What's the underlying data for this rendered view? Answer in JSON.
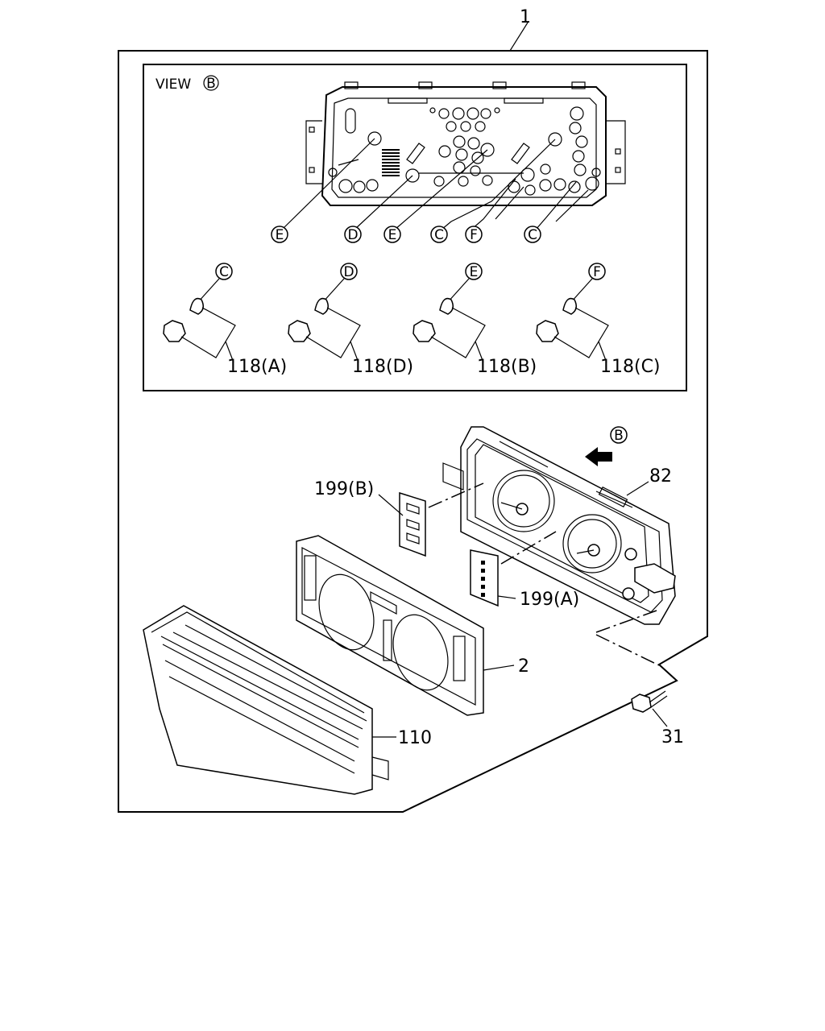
{
  "assembly_number": "1",
  "view": {
    "title_prefix": "VIEW",
    "title_marker": "B",
    "socket_markers": [
      "E",
      "D",
      "E",
      "C",
      "F",
      "C"
    ],
    "bulbs": [
      {
        "marker": "C",
        "part": "118(A)"
      },
      {
        "marker": "D",
        "part": "118(D)"
      },
      {
        "marker": "E",
        "part": "118(B)"
      },
      {
        "marker": "F",
        "part": "118(C)"
      }
    ]
  },
  "arrow_marker": "B",
  "parts": {
    "meter_body": "82",
    "sub_panel_b": "199(B)",
    "sub_panel_a": "199(A)",
    "face_panel": "2",
    "lens": "110",
    "screw": "31"
  }
}
